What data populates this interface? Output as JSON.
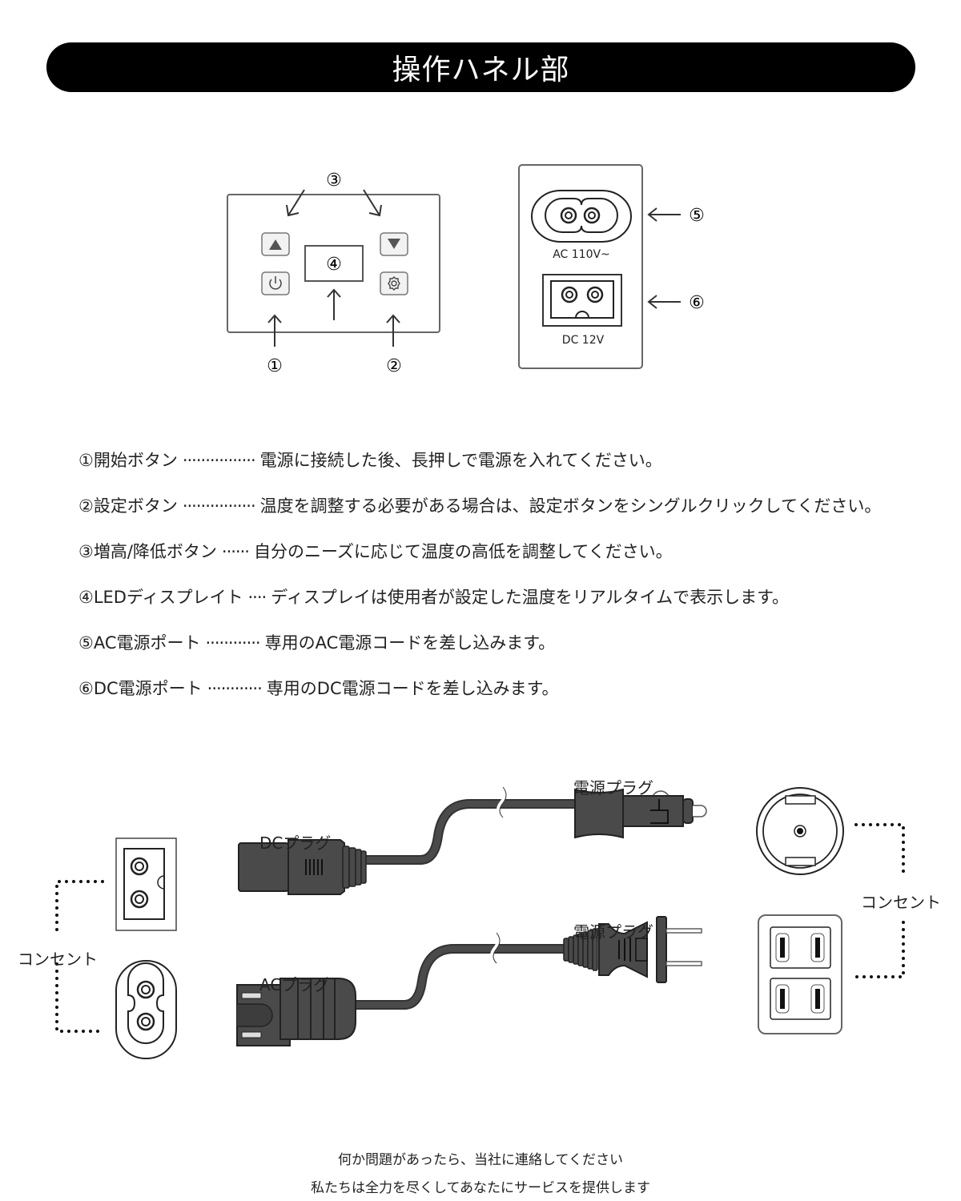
{
  "header": {
    "title": "操作ハネル部"
  },
  "control_panel": {
    "callouts": [
      "①",
      "②",
      "③",
      "④"
    ],
    "icons": [
      "up-triangle-icon",
      "down-triangle-icon",
      "power-icon",
      "gear-icon"
    ]
  },
  "port_panel": {
    "ac_label": "AC 110V~",
    "dc_label": "DC 12V",
    "callouts": [
      "⑤",
      "⑥"
    ]
  },
  "descriptions": [
    {
      "label": "①開始ボタン",
      "dots": "················",
      "text": "電源に接続した後、長押しで電源を入れてください。"
    },
    {
      "label": "②設定ボタン",
      "dots": "················",
      "text": "温度を調整する必要がある場合は、設定ボタンをシングルクリックしてください。"
    },
    {
      "label": "③増高/降低ボタン",
      "dots": "······",
      "text": "自分のニーズに応じて温度の高低を調整してください。"
    },
    {
      "label": "④LEDディスプレイト",
      "dots": "····",
      "text": "ディスプレイは使用者が設定した温度をリアルタイムで表示します。"
    },
    {
      "label": "⑤AC電源ポート",
      "dots": "············",
      "text": "専用のAC電源コードを差し込みます。"
    },
    {
      "label": "⑥DC電源ポート",
      "dots": "············",
      "text": "専用のDC電源コードを差し込みます。"
    }
  ],
  "cables": {
    "dc_plug_label": "DCプラグ",
    "ac_plug_label": "ACプラグ",
    "power_plug_label_top": "電源プラグ",
    "power_plug_label_bottom": "電源プラグ",
    "outlet_label_left": "コンセント",
    "outlet_label_right": "コンセント"
  },
  "footer": {
    "line1": "何か問題があったら、当社に連絡してください",
    "line2": "私たちは全力を尽くしてあなたにサービスを提供します"
  },
  "colors": {
    "banner": "#000000",
    "plug": "#4a4a4a",
    "outline": "#555555"
  }
}
